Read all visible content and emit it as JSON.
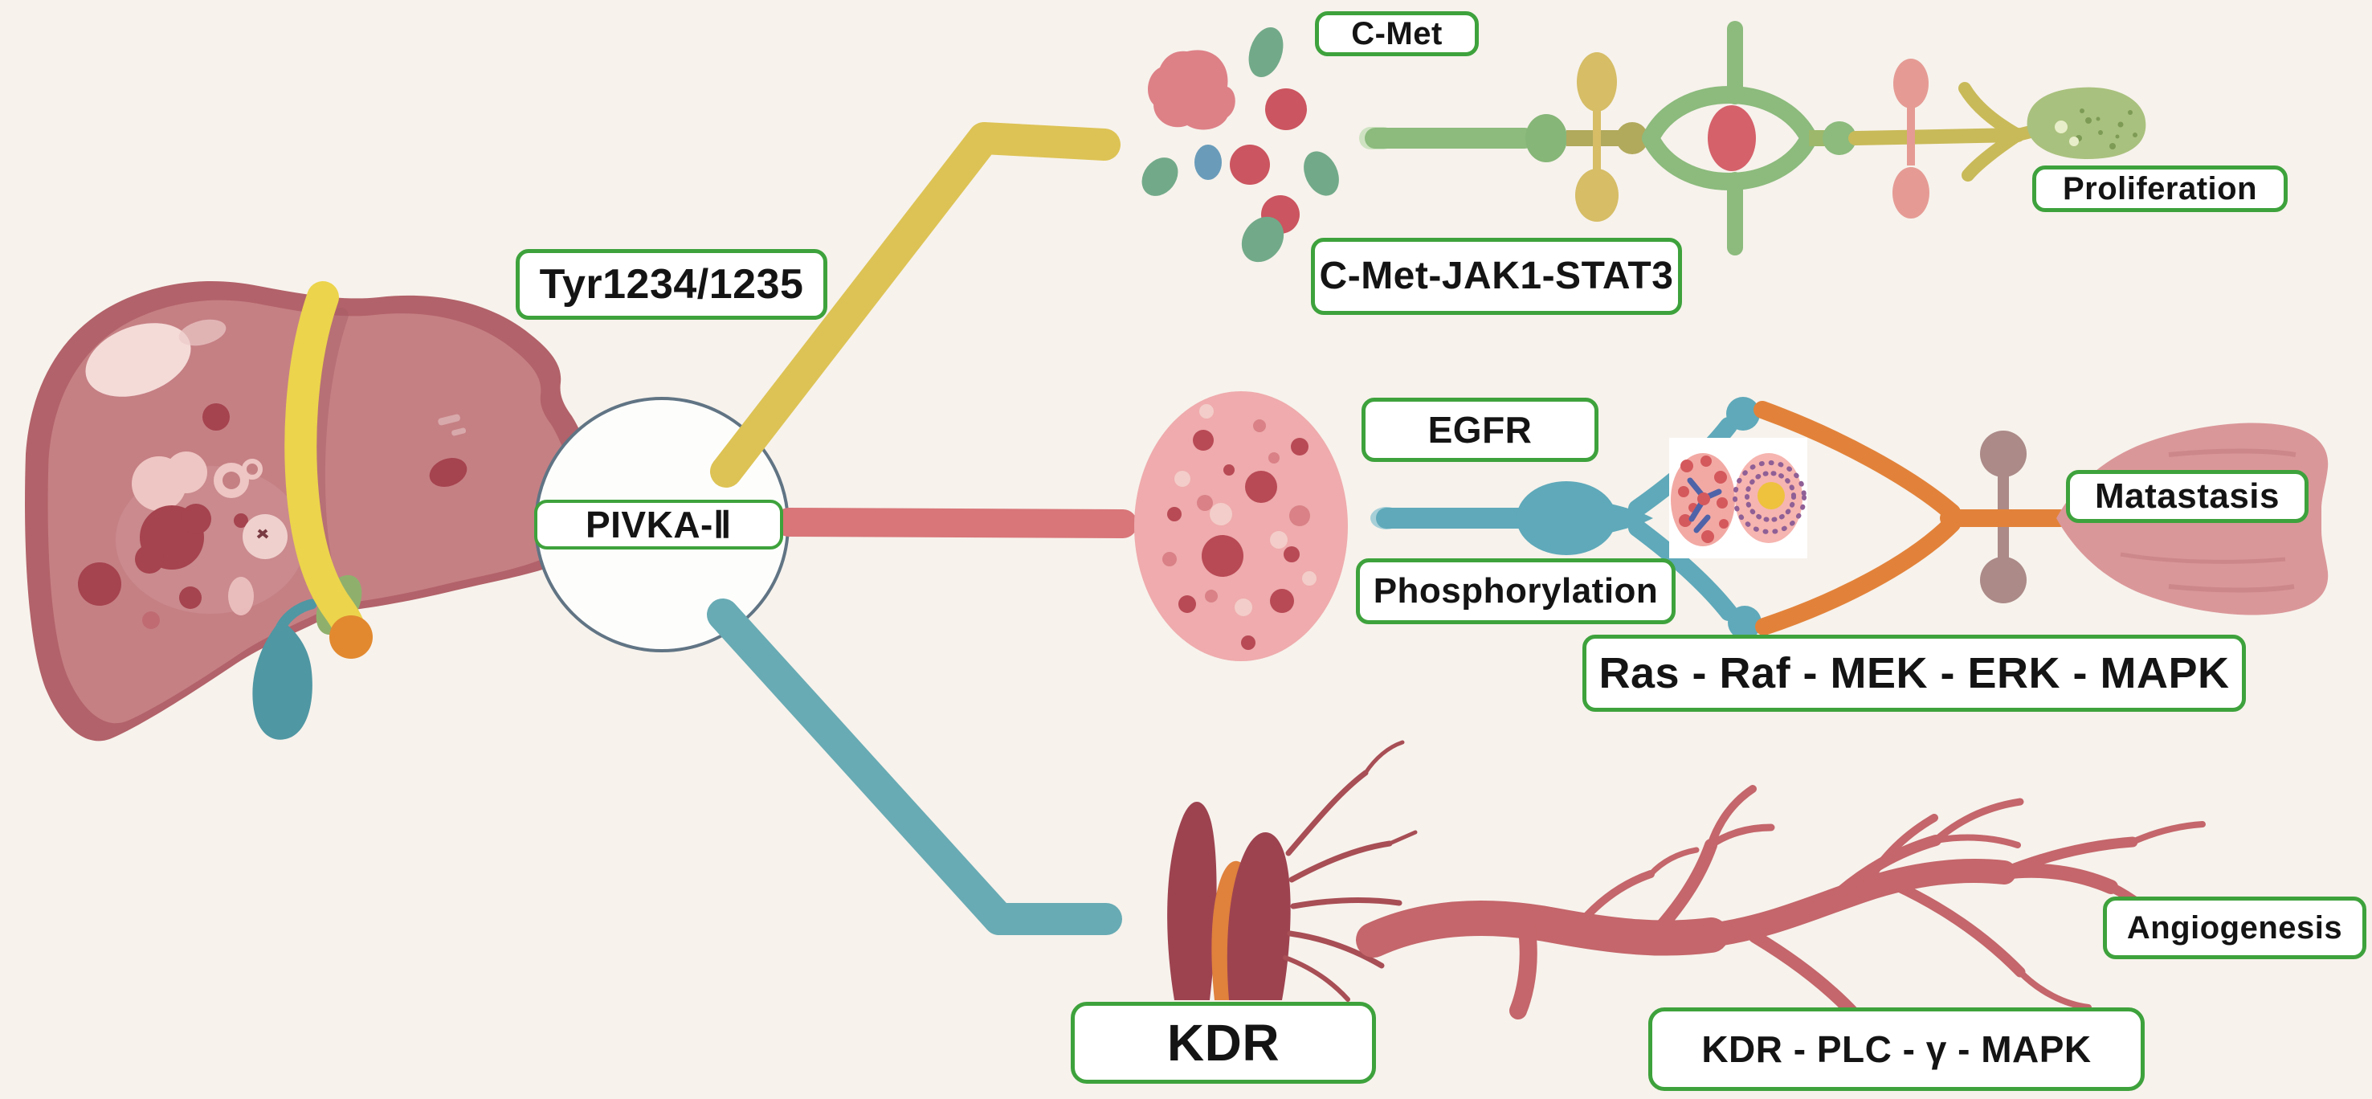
{
  "figure": {
    "type": "signaling-pathway-diagram",
    "background_color": "#f7f2ec",
    "hub_label": "PIVKA-Ⅱ",
    "source_organ": "liver with tumor lesions"
  },
  "labels": {
    "tyr_site": "Tyr1234/1235",
    "cmet": "C-Met",
    "cmet_cascade": "C-Met-JAK1-STAT3",
    "proliferation": "Proliferation",
    "egfr": "EGFR",
    "phosphorylation": "Phosphorylation",
    "ras_cascade": "Ras - Raf - MEK - ERK - MAPK",
    "metastasis": "Matastasis",
    "pivka": "PIVKA-Ⅱ",
    "kdr": "KDR",
    "kdr_cascade": "KDR - PLC - γ - MAPK",
    "angiogenesis": "Angiogenesis"
  },
  "branches": [
    {
      "name": "c-met-axis",
      "connector_color": "#ddc355",
      "site_label": "Tyr1234/1235",
      "receptor": "C-Met",
      "cascade": "C-Met-JAK1-STAT3",
      "outcome": "Proliferation"
    },
    {
      "name": "egfr-axis",
      "connector_color": "#d87679",
      "receptor": "EGFR",
      "process": "Phosphorylation",
      "cascade": "Ras - Raf - MEK - ERK - MAPK",
      "outcome": "Matastasis"
    },
    {
      "name": "kdr-axis",
      "connector_color": "#68abb4",
      "receptor": "KDR",
      "cascade": "KDR - PLC - γ - MAPK",
      "outcome": "Angiogenesis"
    }
  ],
  "colors": {
    "box_border_green": "#3ea23c",
    "yellow_connector": "#ddc355",
    "red_connector": "#d87679",
    "teal_connector": "#68abb4",
    "liver_outer": "#b2626a",
    "liver_inner": "#c58084",
    "liver_band_yellow": "#ecd44c",
    "gallbladder_teal": "#4f97a3",
    "band_dot_orange": "#e2892f",
    "chain_green": "#8cbb7d",
    "chain_yellow": "#d6bd66",
    "chain_red": "#d5616b",
    "chain_salmon": "#e59b94",
    "proliferation_cell_green": "#a9c17e",
    "tumor_cell_pink": "#efabad",
    "egfr_path_blue": "#5fa9ba",
    "egfr_path_orange": "#e2823a",
    "dumbbell_mauve": "#ab8a88",
    "metastasis_trumpet_pink": "#da9799",
    "vessel_red": "#c4666b",
    "kdr_icon_maroon": "#9d4350",
    "kdr_icon_orange": "#e0813c"
  },
  "icons": [
    "liver-icon",
    "gallbladder-icon",
    "measuring-band-icon",
    "hub-circle",
    "ligand-cluster-icon",
    "receptor-chain-icon",
    "proliferation-cell-icon",
    "tumor-cell-icon",
    "egfr-receptor-icon",
    "dividing-cells-inset-icon",
    "metastasis-trumpet-icon",
    "kdr-vessel-icon",
    "angiogenesis-vessel-tree-icon"
  ]
}
